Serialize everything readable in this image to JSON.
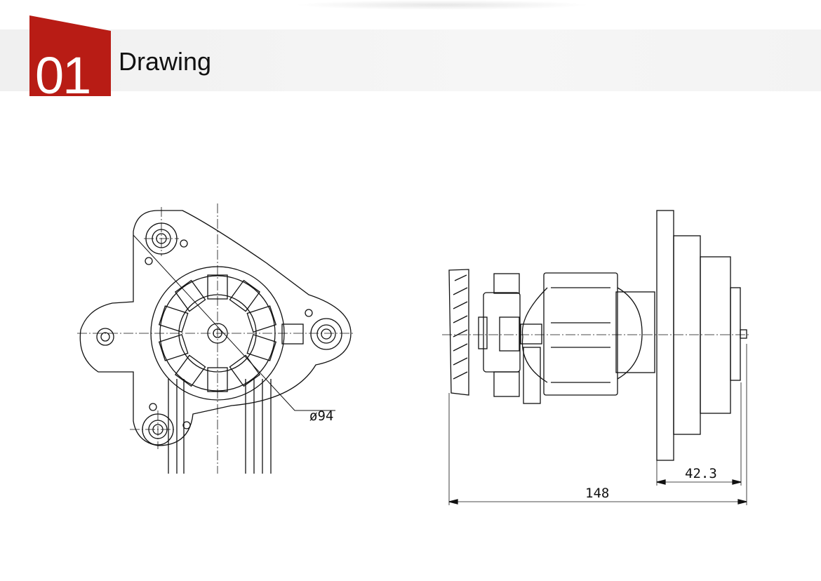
{
  "header": {
    "number": "01",
    "title": "Drawing",
    "accent_color": "#b81c15"
  },
  "front_view": {
    "diameter_label": "ø94"
  },
  "side_view": {
    "flange_length_label": "42.3",
    "overall_length_label": "148"
  }
}
